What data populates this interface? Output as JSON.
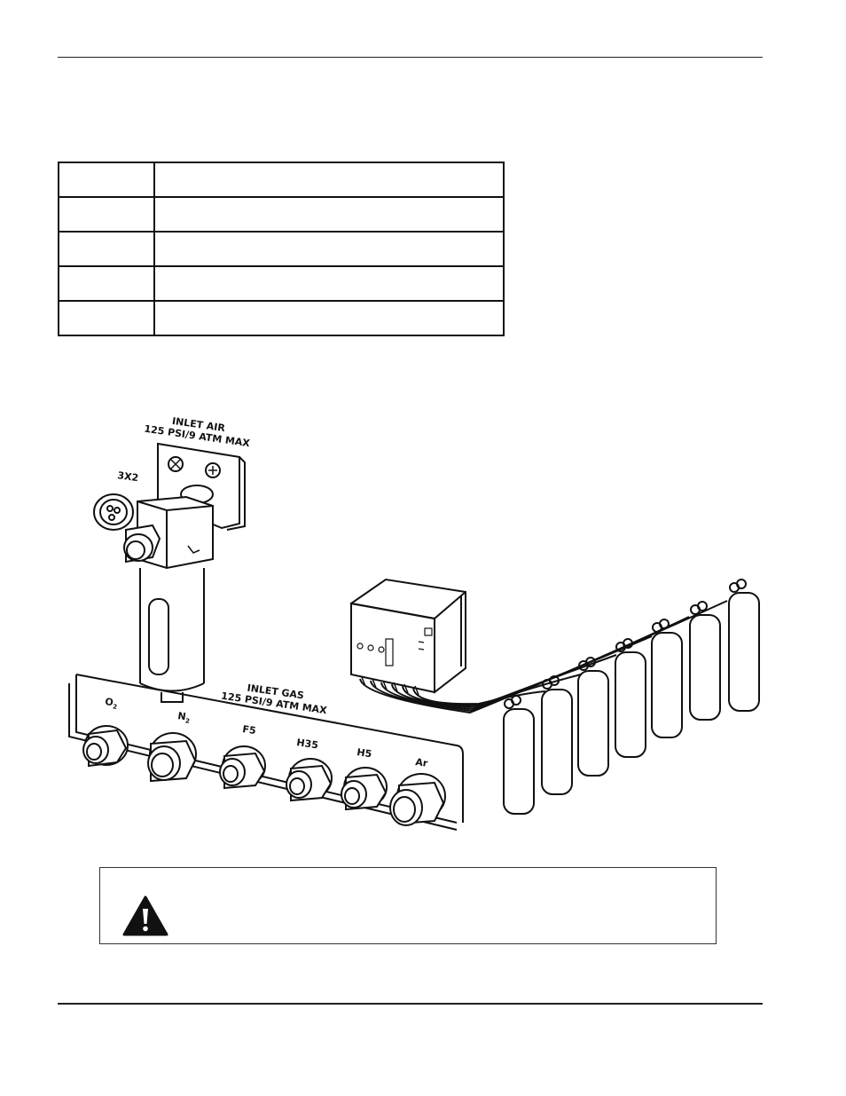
{
  "spec_table": {
    "rows": [
      {
        "c1": "",
        "c2": ""
      },
      {
        "c1": "",
        "c2": ""
      },
      {
        "c1": "",
        "c2": ""
      },
      {
        "c1": "",
        "c2": ""
      },
      {
        "c1": "",
        "c2": ""
      }
    ]
  },
  "figure": {
    "inlet_air_line1": "INLET AIR",
    "inlet_air_line2": "125 PSI/9 ATM MAX",
    "port_3x2": "3X2",
    "inlet_gas_line1": "INLET GAS",
    "inlet_gas_line2": "125 PSI/9 ATM MAX",
    "ports": {
      "o2": "O",
      "o2_sub": "2",
      "n2": "N",
      "n2_sub": "2",
      "f5": "F5",
      "h35": "H35",
      "h5": "H5",
      "ar": "Ar"
    }
  },
  "warning": {
    "icon": "warning-triangle-icon",
    "text": ""
  },
  "colors": {
    "ink": "#111111",
    "paper": "#ffffff"
  }
}
